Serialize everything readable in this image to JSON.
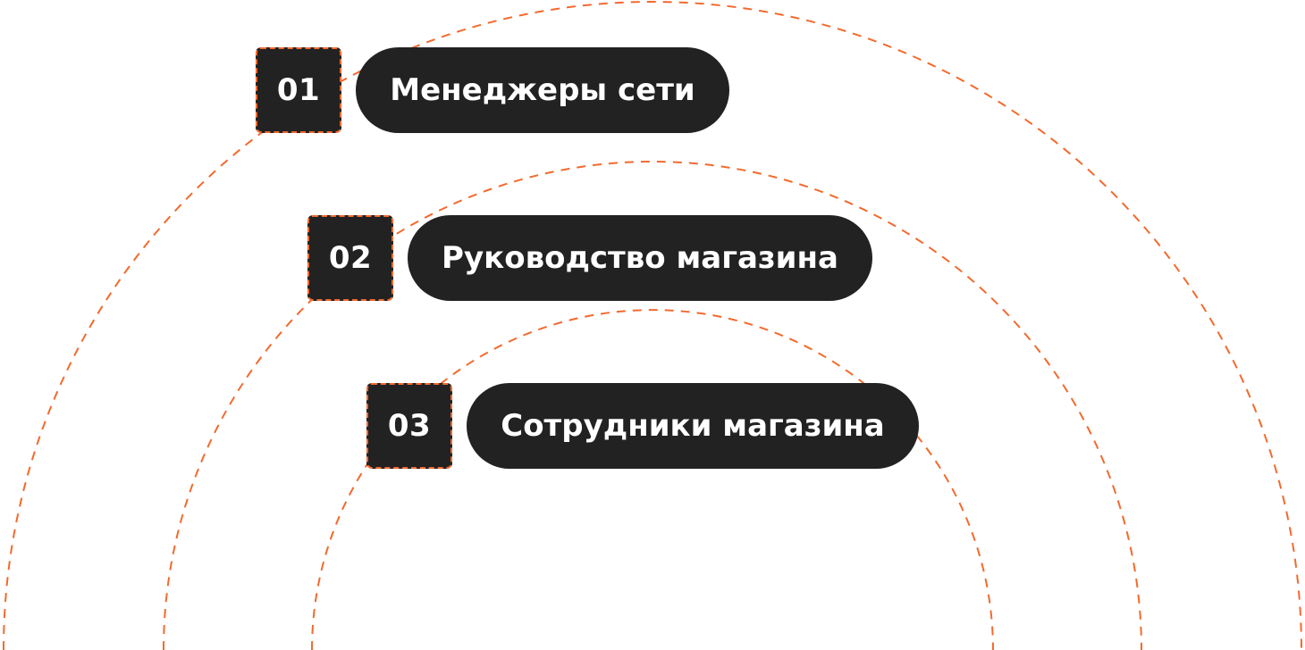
{
  "colors": {
    "background": "#ffffff",
    "box_fill": "#222222",
    "text": "#ffffff",
    "dashed_accent": "#f26a2e"
  },
  "levels": [
    {
      "number": "01",
      "label": "Менеджеры сети"
    },
    {
      "number": "02",
      "label": "Руководство магазина"
    },
    {
      "number": "03",
      "label": "Сотрудники магазина"
    }
  ]
}
